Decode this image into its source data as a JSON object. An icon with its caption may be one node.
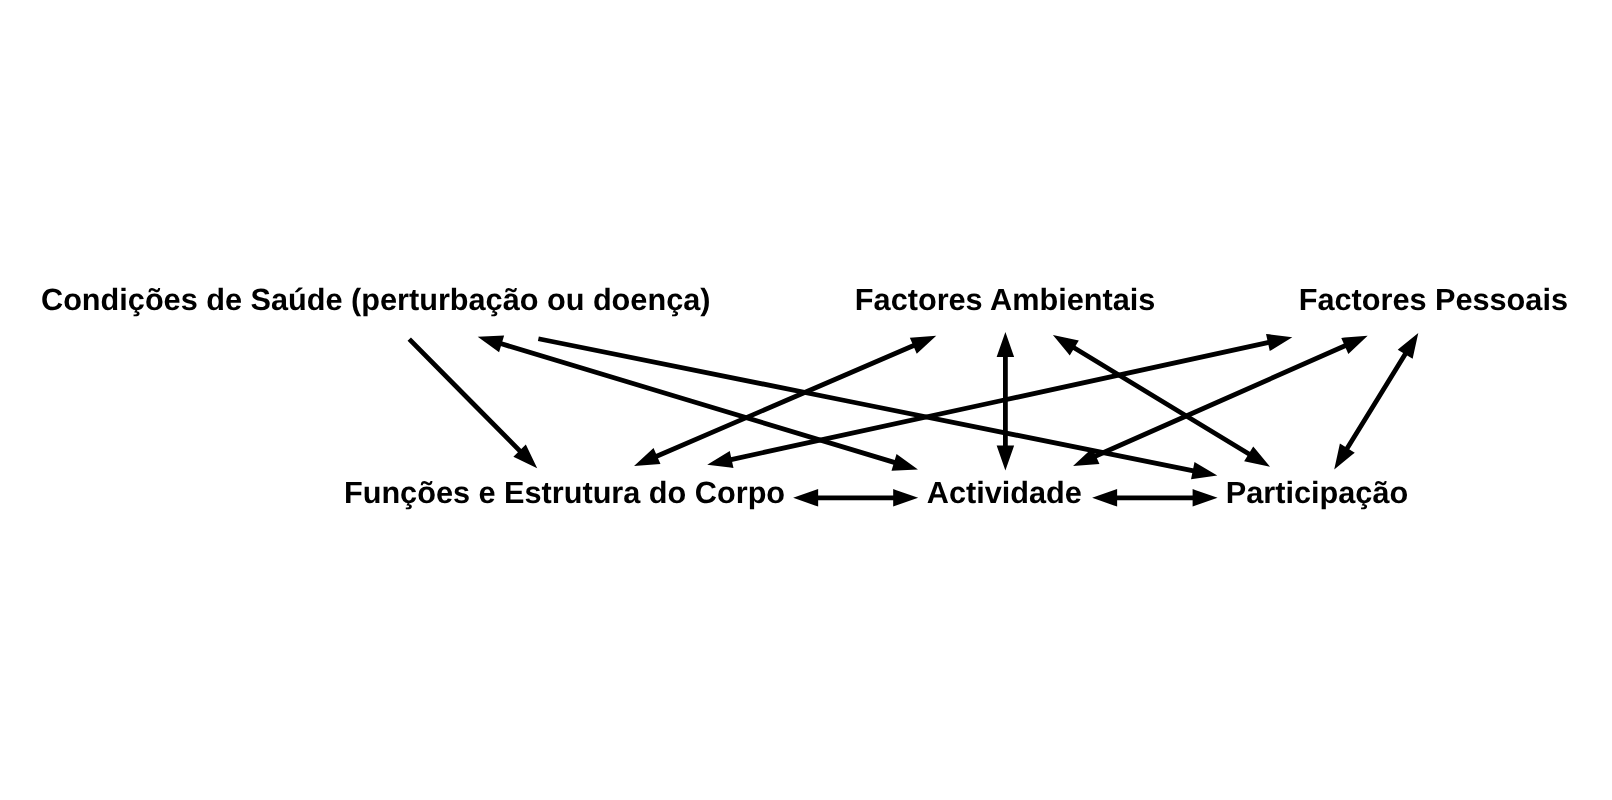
{
  "diagram": {
    "nodes": [
      {
        "text": [
          "Condições de Saúde (perturbação ou doença)"
        ]
      },
      {
        "text": [
          "Funções e Estrutura do Corpo"
        ]
      },
      {
        "text": [
          "Actividade"
        ]
      },
      {
        "text": [
          "Participação"
        ]
      },
      {
        "text": [
          "Factores Ambientais"
        ]
      },
      {
        "text": [
          "Factores Pessoais"
        ]
      }
    ],
    "edges": [
      {
        "from": 0,
        "to": 2,
        "arrow": "both"
      },
      {
        "from": 0,
        "to": 1,
        "arrow": "to"
      },
      {
        "from": 0,
        "to": 3,
        "arrow": "to"
      },
      {
        "from": 1,
        "to": 2,
        "arrow": "both"
      },
      {
        "from": 2,
        "to": 3,
        "arrow": "both"
      },
      {
        "from": 4,
        "to": 1,
        "arrow": "both"
      },
      {
        "from": 4,
        "to": 2,
        "arrow": "both"
      },
      {
        "from": 4,
        "to": 3,
        "arrow": "both"
      },
      {
        "from": 5,
        "to": 1,
        "arrow": "both"
      },
      {
        "from": 5,
        "to": 2,
        "arrow": "both"
      },
      {
        "from": 5,
        "to": 3,
        "arrow": "both"
      }
    ]
  }
}
